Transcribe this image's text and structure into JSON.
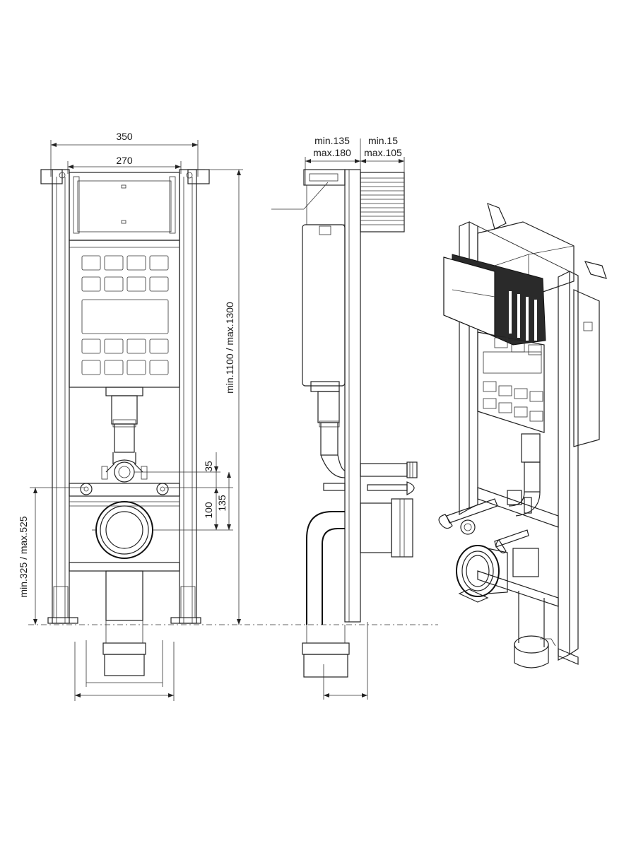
{
  "front_view": {
    "width_outer": "350",
    "width_inner": "270",
    "height_label": "min.1100 / max.1300",
    "height_lower_label": "min.325 / max.525",
    "dim_35": "35",
    "dim_100": "100",
    "dim_135": "135"
  },
  "side_view": {
    "depth_frame_line1": "min.135",
    "depth_frame_line2": "max.180",
    "depth_wall_line1": "min.15",
    "depth_wall_line2": "max.105"
  }
}
